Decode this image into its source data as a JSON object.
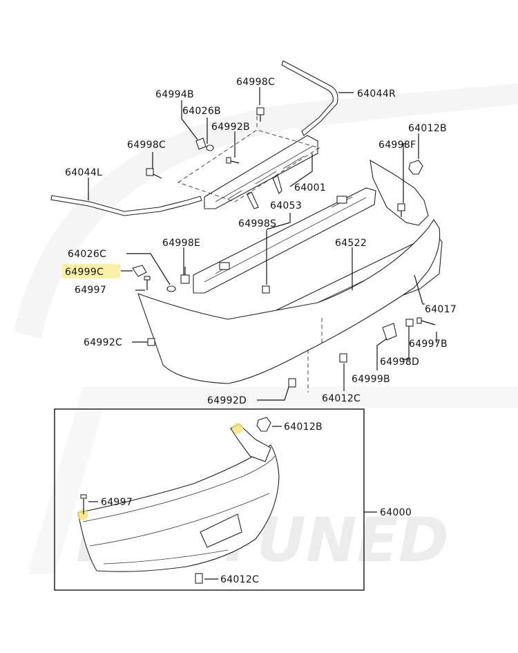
{
  "callouts": {
    "c64994B": "64994B",
    "c64998C_top": "64998C",
    "c64044R": "64044R",
    "c64026B": "64026B",
    "c64992B": "64992B",
    "c64012B_top": "64012B",
    "c64998C_left": "64998C",
    "c64998F": "64998F",
    "c64044L": "64044L",
    "c64001": "64001",
    "c64053": "64053",
    "c64998S": "64998S",
    "c64026C": "64026C",
    "c64998E": "64998E",
    "c64522": "64522",
    "c64999C": "64999C",
    "c64997_top": "64997",
    "c64017": "64017",
    "c64992C": "64992C",
    "c64997B": "64997B",
    "c64998D": "64998D",
    "c64999B": "64999B",
    "c64992D": "64992D",
    "c64012C_top": "64012C",
    "c64012B_bottom": "64012B",
    "c64997_bottom": "64997",
    "c64000": "64000",
    "c64012C_bottom": "64012C"
  },
  "watermark": {
    "text": "EVOTUNED"
  },
  "colors": {
    "highlight": "#fbf1a6",
    "highlight_dot": "#f3e27a",
    "line": "#111111"
  }
}
